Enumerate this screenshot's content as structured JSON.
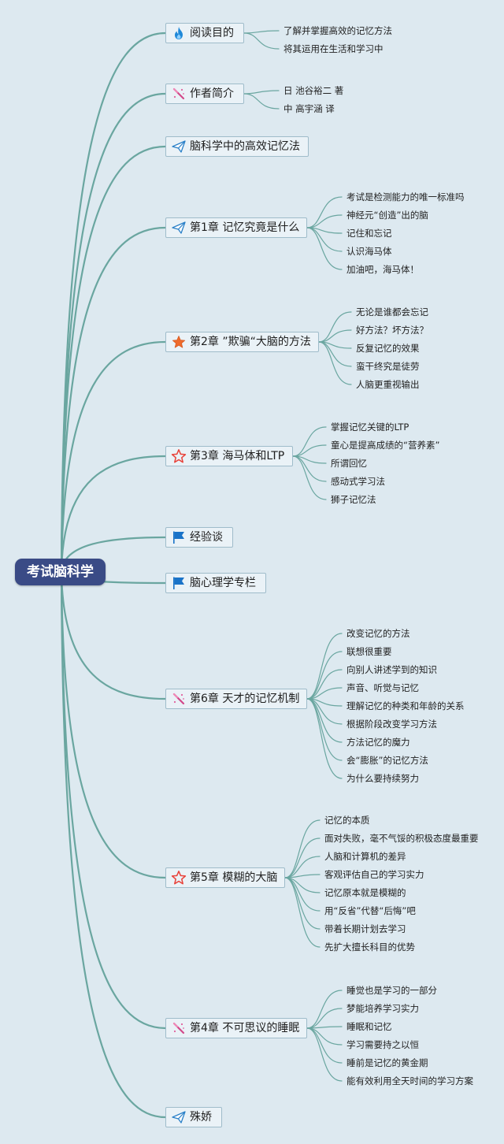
{
  "root": {
    "title": "考试脑科学"
  },
  "colors": {
    "line": "#6aa6a0",
    "root_bg": "#3a4b86",
    "node_bg": "#eaf2f7",
    "node_border": "#9fbcca"
  },
  "branches": [
    {
      "label": "阅读目的",
      "icon": "flame-icon",
      "children": [
        "了解并掌握高效的记忆方法",
        "将其运用在生活和学习中"
      ]
    },
    {
      "label": "作者简介",
      "icon": "wand-icon",
      "children": [
        "日 池谷裕二 著",
        "中 高宇涵 译"
      ]
    },
    {
      "label": "脑科学中的高效记忆法",
      "icon": "paper-plane-icon",
      "children": []
    },
    {
      "label": "第1章 记忆究竟是什么",
      "icon": "paper-plane-icon",
      "children": [
        "考试是检测能力的唯一标准吗",
        "神经元“创造”出的脑",
        "记住和忘记",
        "认识海马体",
        "加油吧，海马体！"
      ]
    },
    {
      "label": "第2章 ”欺骗“大脑的方法",
      "icon": "star-filled-icon",
      "children": [
        "无论是谁都会忘记",
        "好方法？坏方法？",
        "反复记忆的效果",
        "蛮干终究是徒劳",
        "人脑更重视输出"
      ]
    },
    {
      "label": "第3章 海马体和LTP",
      "icon": "star-outline-icon",
      "children": [
        "掌握记忆关键的LTP",
        "童心是提高成绩的“营养素”",
        "所谓回忆",
        "感动式学习法",
        "狮子记忆法"
      ]
    },
    {
      "label": "经验谈",
      "icon": "flag-icon",
      "children": []
    },
    {
      "label": "脑心理学专栏",
      "icon": "flag-icon",
      "children": []
    },
    {
      "label": "第6章 天才的记忆机制",
      "icon": "wand-icon",
      "children": [
        "改变记忆的方法",
        "联想很重要",
        "向别人讲述学到的知识",
        "声音、听觉与记忆",
        "理解记忆的种类和年龄的关系",
        "根据阶段改变学习方法",
        "方法记忆的魔力",
        "会“膨胀”的记忆方法",
        "为什么要持续努力"
      ]
    },
    {
      "label": "第5章 模糊的大脑",
      "icon": "star-outline-icon",
      "children": [
        "记忆的本质",
        "面对失败，毫不气馁的积极态度最重要",
        "人脑和计算机的差异",
        "客观评估自己的学习实力",
        "记忆原本就是模糊的",
        "用“反省”代替“后悔”吧",
        "带着长期计划去学习",
        "先扩大擅长科目的优势"
      ]
    },
    {
      "label": "第4章 不可思议的睡眠",
      "icon": "wand-icon",
      "children": [
        "睡觉也是学习的一部分",
        "梦能培养学习实力",
        "睡眠和记忆",
        "学习需要持之以恒",
        "睡前是记忆的黄金期",
        "能有效利用全天时间的学习方案"
      ]
    },
    {
      "label": "殊娇",
      "icon": "paper-plane-icon",
      "children": []
    }
  ]
}
